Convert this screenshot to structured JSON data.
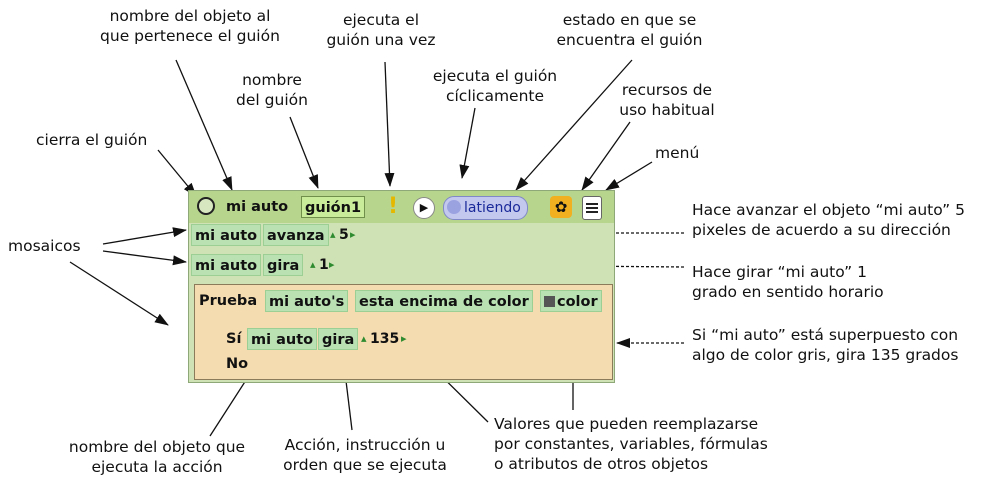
{
  "annotations": {
    "object_name_owner": [
      "nombre del objeto al",
      "que pertenece el guión"
    ],
    "runs_once": [
      "ejecuta el",
      "guión una vez"
    ],
    "script_state": [
      "estado en que se",
      "encuentra el guión"
    ],
    "script_name": [
      "nombre",
      "del guión"
    ],
    "runs_cyclic": [
      "ejecuta el guión",
      "cíclicamente"
    ],
    "common_resources": [
      "recursos de",
      "uso habitual"
    ],
    "close_script": "cierra el guión",
    "menu": "menú",
    "tiles": "mosaicos",
    "advance_note": [
      "Hace avanzar el objeto “mi auto” 5",
      "pixeles de acuerdo a su dirección"
    ],
    "turn_note": [
      "Hace girar “mi auto” 1",
      "grado en sentido horario"
    ],
    "test_note": [
      "Si “mi auto” está superpuesto con",
      "algo de color gris, gira 135 grados"
    ],
    "acting_object": [
      "nombre del objeto que",
      "ejecuta la acción"
    ],
    "action": [
      "Acción, instrucción u",
      "orden que se ejecuta"
    ],
    "values": [
      "Valores que pueden reemplazarse",
      "por constantes, variables, fórmulas",
      "o atributos de otros objetos"
    ]
  },
  "script": {
    "object": "mi auto",
    "name": "guión1",
    "status": "latiendo",
    "bang": "!",
    "row1": {
      "object": "mi auto",
      "command": "avanza",
      "value": "5"
    },
    "row2": {
      "object": "mi auto",
      "command": "gira",
      "value": "1"
    },
    "test": {
      "label": "Prueba",
      "object": "mi auto's",
      "condition": "esta encima de color",
      "color_word": "color",
      "yes": "Sí",
      "no": "No",
      "yes_object": "mi auto",
      "yes_command": "gira",
      "yes_value": "135"
    },
    "colors": {
      "header": "#b8d58e",
      "body": "#cfe2b6",
      "tile": "#b9e1b2",
      "test_bg": "#f4dcb0",
      "status": "#c3c8ee"
    },
    "icons": [
      "close-circle-icon",
      "run-once-icon",
      "step-icon",
      "status-heart-icon",
      "tools-icon",
      "menu-icon"
    ]
  }
}
